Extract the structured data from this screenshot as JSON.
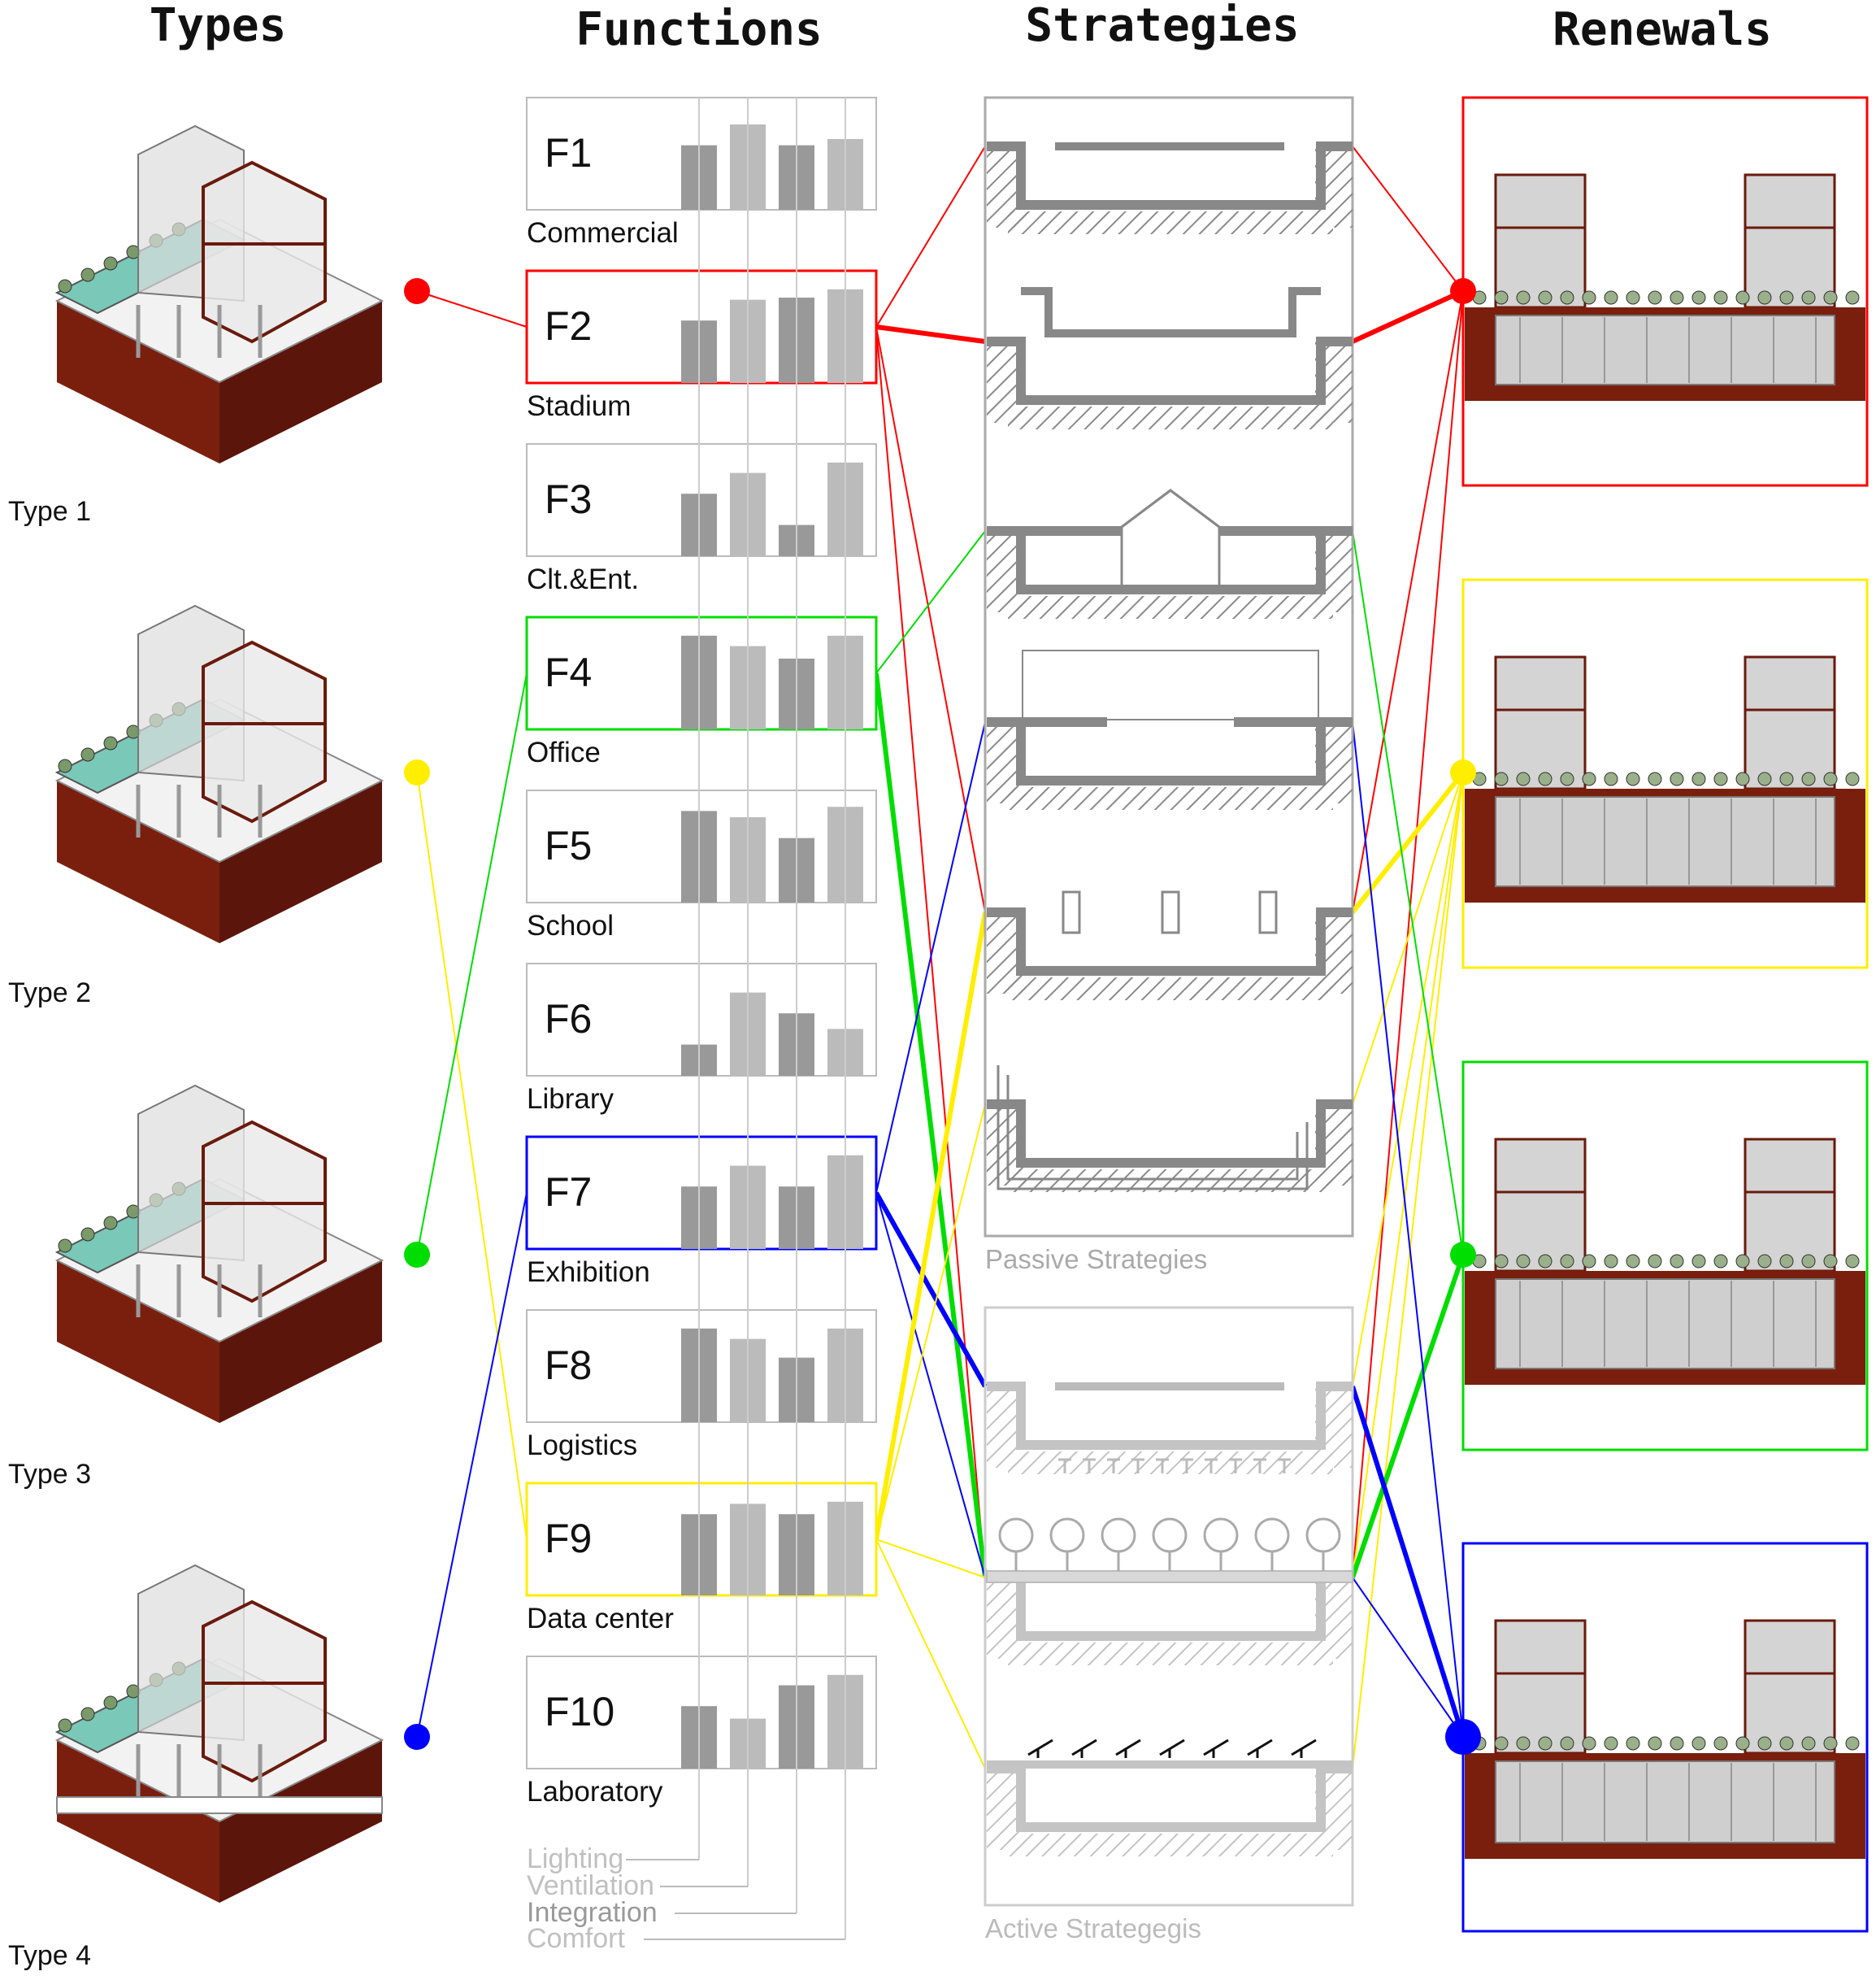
{
  "headers": {
    "types": "Types",
    "functions": "Functions",
    "strategies": "Strategies",
    "renewals": "Renewals"
  },
  "types": [
    {
      "label": "Type 1",
      "color": "#ff0000"
    },
    {
      "label": "Type 2",
      "color": "#ffee00"
    },
    {
      "label": "Type 3",
      "color": "#00dd00"
    },
    {
      "label": "Type 4",
      "color": "#0000ff"
    }
  ],
  "metrics": [
    "Lighting",
    "Ventilation",
    "Integration",
    "Comfort"
  ],
  "functions": [
    {
      "code": "F1",
      "name": "Commercial",
      "values": [
        0.62,
        0.82,
        0.62,
        0.68
      ],
      "highlight": ""
    },
    {
      "code": "F2",
      "name": "Stadium",
      "values": [
        0.6,
        0.8,
        0.82,
        0.9
      ],
      "highlight": "#ff0000"
    },
    {
      "code": "F3",
      "name": "Clt.&Ent.",
      "values": [
        0.6,
        0.8,
        0.3,
        0.9
      ],
      "highlight": ""
    },
    {
      "code": "F4",
      "name": "Office",
      "values": [
        0.9,
        0.8,
        0.68,
        0.9
      ],
      "highlight": "#00dd00"
    },
    {
      "code": "F5",
      "name": "School",
      "values": [
        0.88,
        0.82,
        0.62,
        0.92
      ],
      "highlight": ""
    },
    {
      "code": "F6",
      "name": "Library",
      "values": [
        0.3,
        0.8,
        0.6,
        0.45
      ],
      "highlight": ""
    },
    {
      "code": "F7",
      "name": "Exhibition",
      "values": [
        0.6,
        0.8,
        0.6,
        0.9
      ],
      "highlight": "#0000ff"
    },
    {
      "code": "F8",
      "name": "Logistics",
      "values": [
        0.9,
        0.8,
        0.62,
        0.9
      ],
      "highlight": ""
    },
    {
      "code": "F9",
      "name": "Data center",
      "values": [
        0.78,
        0.88,
        0.78,
        0.9
      ],
      "highlight": "#ffee00"
    },
    {
      "code": "F10",
      "name": "Laboratory",
      "values": [
        0.6,
        0.48,
        0.8,
        0.9
      ],
      "highlight": ""
    }
  ],
  "strategy_groups": {
    "passive": "Passive Strategies",
    "active": "Active Strategegis"
  },
  "colors": {
    "brick": "#7a1f0e",
    "glass": "#7ac8b8",
    "bar_dark": "#999999",
    "bar_light": "#bbbbbb",
    "frame": "#aaaaaa"
  }
}
